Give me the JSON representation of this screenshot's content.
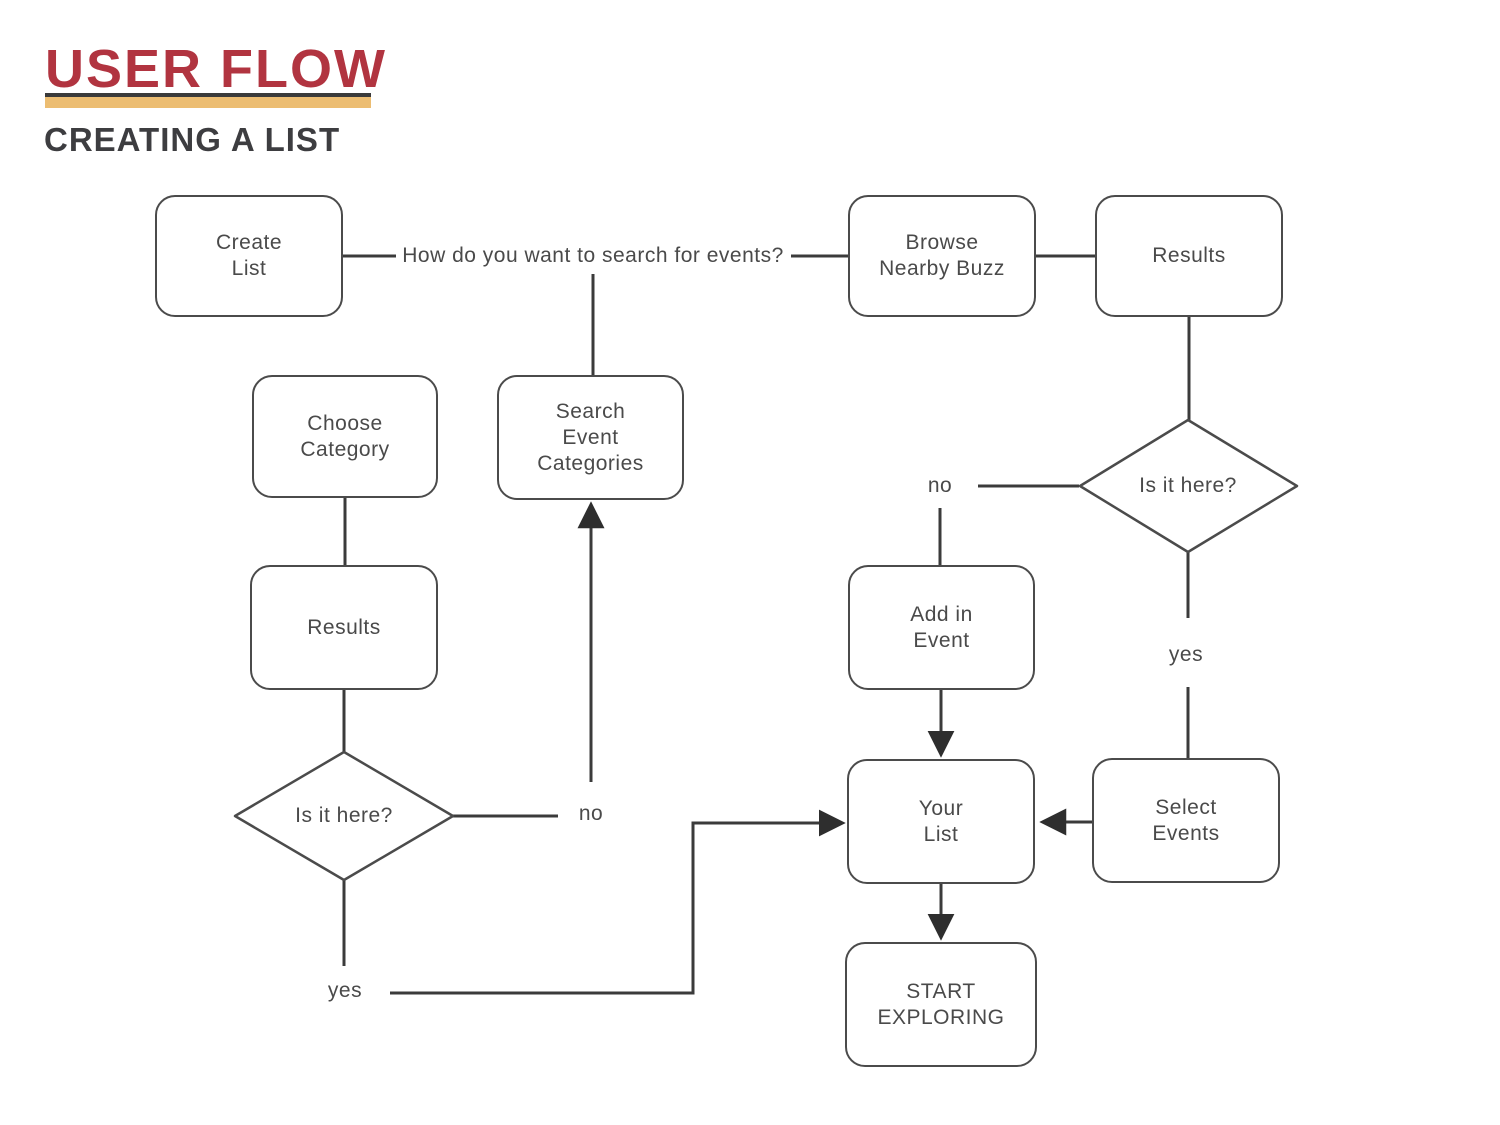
{
  "header": {
    "title": "USER FLOW",
    "subtitle": "CREATING A LIST"
  },
  "colors": {
    "title_red": "#B13440",
    "title_underline": "#3A3A3A",
    "accent_gold": "#ECBD72",
    "shape_stroke": "#4B4B4B",
    "connector": "#3B3B3B",
    "text": "#4A4A4A",
    "background": "#FFFFFF"
  },
  "nodes": {
    "create_list": {
      "label": "Create\nList"
    },
    "browse_nearby_buzz": {
      "label": "Browse\nNearby Buzz"
    },
    "results_top": {
      "label": "Results"
    },
    "choose_category": {
      "label": "Choose\nCategory"
    },
    "search_event_categories": {
      "label": "Search\nEvent\nCategories"
    },
    "results_left": {
      "label": "Results"
    },
    "add_in_event": {
      "label": "Add in\nEvent"
    },
    "your_list": {
      "label": "Your\nList"
    },
    "select_events": {
      "label": "Select\nEvents"
    },
    "start_exploring": {
      "label": "START\nEXPLORING"
    },
    "decision_left": {
      "label": "Is it here?"
    },
    "decision_right": {
      "label": "Is it here?"
    }
  },
  "edge_labels": {
    "question": "How do you want to search for events?",
    "no_right": "no",
    "yes_right": "yes",
    "no_left": "no",
    "yes_left": "yes"
  }
}
